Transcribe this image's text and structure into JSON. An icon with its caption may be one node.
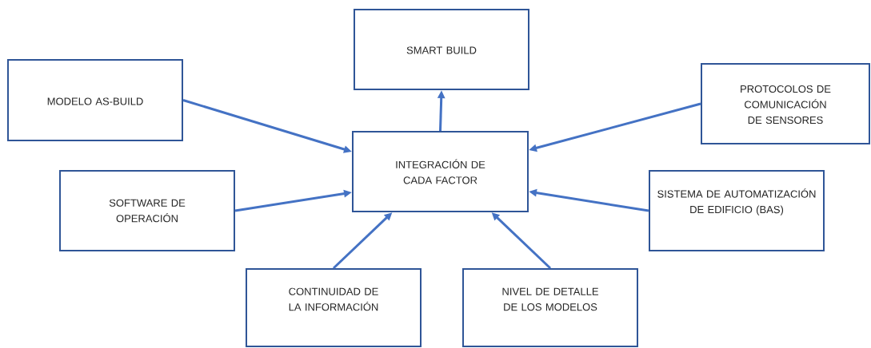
{
  "diagram": {
    "nodes": [
      {
        "text": [
          "SMART BUILD"
        ]
      },
      {
        "text": [
          "MODELO AS-BUILD"
        ]
      },
      {
        "text": [
          "PROTOCOLOS DE COMUNICACIÓN DE SENSORES"
        ]
      },
      {
        "text": [
          "INTEGRACIÓN DE CADA FACTOR"
        ]
      },
      {
        "text": [
          "SOFTWARE DE OPERACIÓN"
        ]
      },
      {
        "text": [
          "SISTEMA DE AUTOMATIZACIÓN DE EDIFICIO (BAS)"
        ]
      },
      {
        "text": [
          "CONTINUIDAD DE LA INFORMACIÓN"
        ]
      },
      {
        "text": [
          "NIVEL DE DETALLE DE LOS MODELOS"
        ]
      }
    ],
    "edges": [
      {
        "from": 3,
        "to": 0,
        "arrow": "to"
      },
      {
        "from": 1,
        "to": 3,
        "arrow": "to"
      },
      {
        "from": 2,
        "to": 3,
        "arrow": "to"
      },
      {
        "from": 4,
        "to": 3,
        "arrow": "to"
      },
      {
        "from": 5,
        "to": 3,
        "arrow": "to"
      },
      {
        "from": 6,
        "to": 3,
        "arrow": "to"
      },
      {
        "from": 7,
        "to": 3,
        "arrow": "to"
      }
    ]
  }
}
